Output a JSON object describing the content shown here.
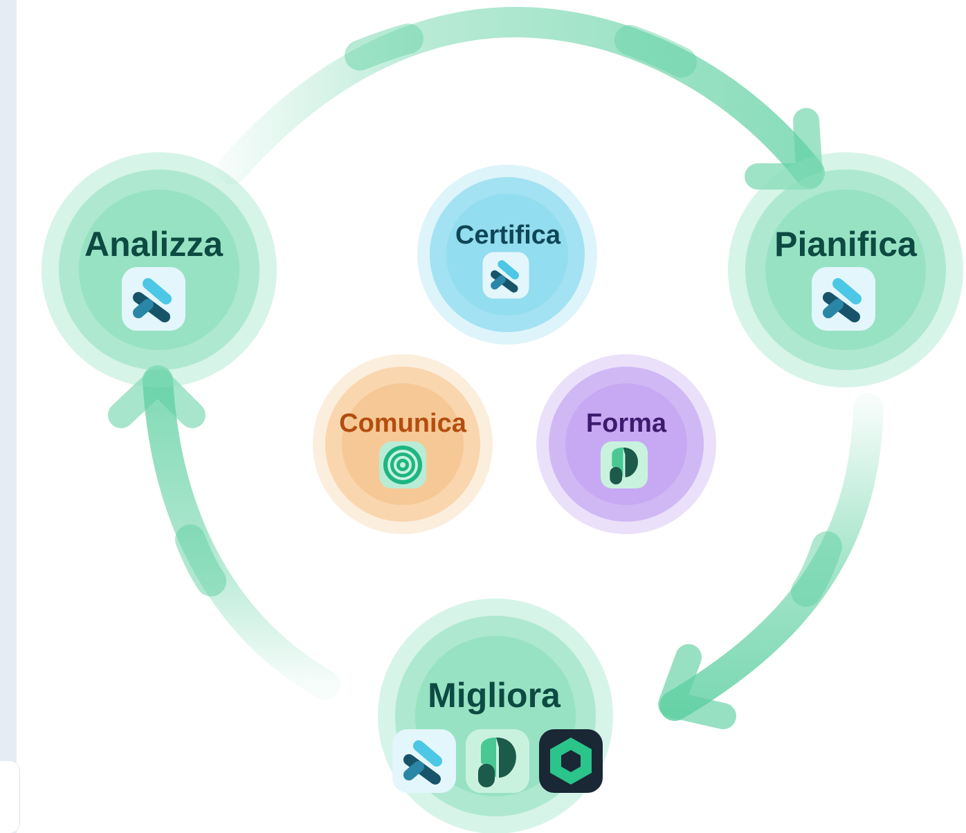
{
  "stages": {
    "analizza": {
      "label": "Analizza",
      "icons": [
        "stripes-app-icon"
      ]
    },
    "pianifica": {
      "label": "Pianifica",
      "icons": [
        "stripes-app-icon"
      ]
    },
    "migliora": {
      "label": "Migliora",
      "icons": [
        "stripes-app-icon",
        "leaf-p-app-icon",
        "hexagon-app-icon"
      ]
    },
    "certifica": {
      "label": "Certifica",
      "icons": [
        "stripes-app-icon"
      ]
    },
    "comunica": {
      "label": "Comunica",
      "icons": [
        "target-app-icon"
      ]
    },
    "forma": {
      "label": "Forma",
      "icons": [
        "leaf-p-app-icon"
      ]
    }
  },
  "colors": {
    "green_circle": "#8ddfbd",
    "green_text": "#0c4a42",
    "blue_circle": "#8fdcef",
    "blue_text": "#0f4656",
    "orange_circle": "#f6c690",
    "orange_text": "#b34d0e",
    "purple_circle": "#c5a6f2",
    "purple_text": "#3c1b6e",
    "arrow": "#5fd0a2"
  }
}
